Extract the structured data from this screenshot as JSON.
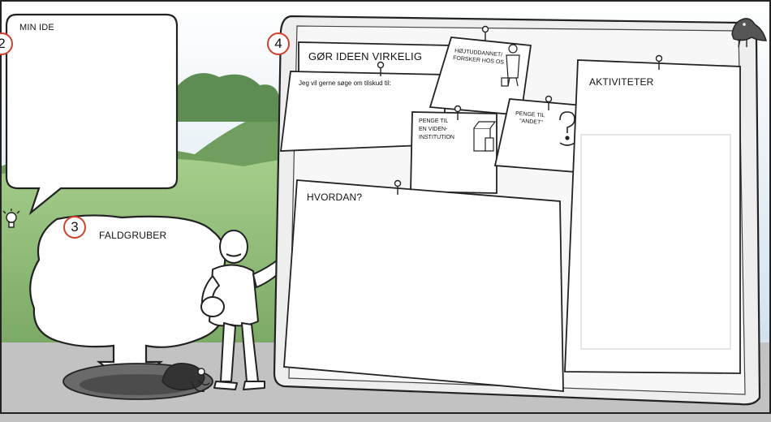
{
  "colors": {
    "sky_top": "#ffffff",
    "sky_bottom": "#c9dceb",
    "grass": "#8fbf74",
    "hill_dark": "#5f8f54",
    "road": "#bfbfbf",
    "badge_ring": "#d0402c",
    "board_frame": "#e8e8e8",
    "outline": "#222222"
  },
  "sections": {
    "idea": {
      "number": "2",
      "title": "MIN IDE"
    },
    "pitfalls": {
      "number": "3",
      "title": "FALDGRUBER"
    },
    "board": {
      "number": "4"
    }
  },
  "board": {
    "main_sheet": {
      "title": "GØR IDEEN VIRKELIG",
      "prompt": "Jeg vil gerne søge om tilskud til:"
    },
    "notes": {
      "hoej": {
        "line1": "HØJTUDDANNET/",
        "line2": "FORSKER HOS OS"
      },
      "penge_viden": {
        "line1": "PENGE TIL",
        "line2": "EN VIDEN-",
        "line3": "INSTITUTION"
      },
      "penge_andet": {
        "line1": "PENGE TIL",
        "line2": "\"ANDET\""
      }
    },
    "how_sheet": {
      "title": "HVORDAN?"
    },
    "activities_sheet": {
      "title": "AKTIVITETER"
    }
  },
  "icons": [
    "lightbulb-icon",
    "bird-icon",
    "pin-icon",
    "mole-icon",
    "scientist-icon",
    "lab-equipment-icon",
    "question-mark-icon"
  ]
}
